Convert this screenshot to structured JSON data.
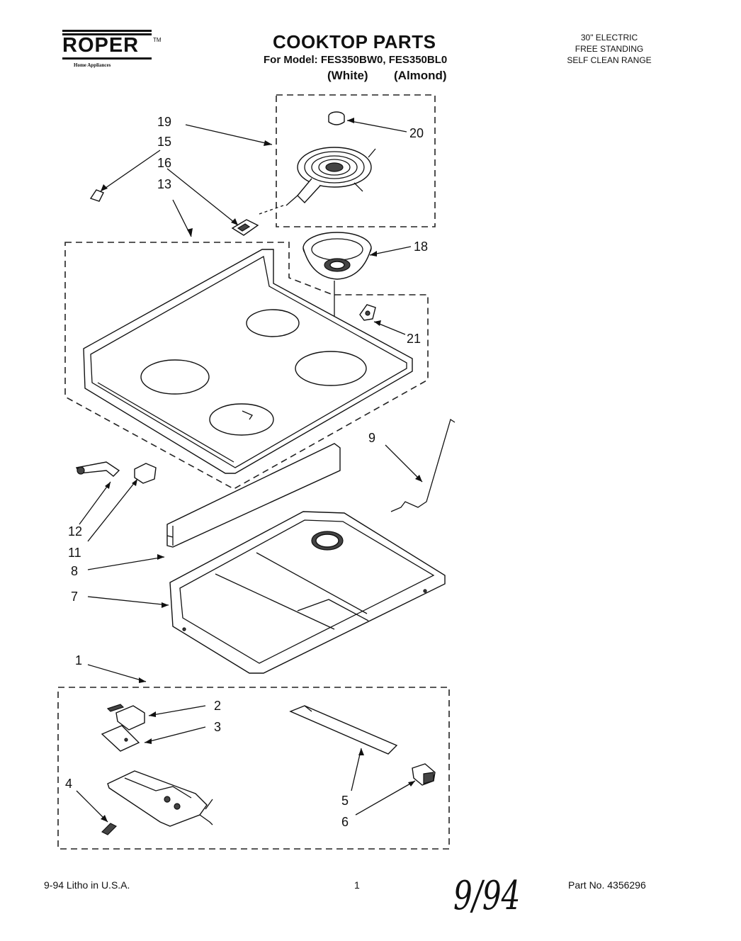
{
  "header": {
    "brand": "ROPER",
    "brand_mark": "TM",
    "brand_sub": "Home Appliances",
    "title": "COOKTOP PARTS",
    "model": "For Model: FES350BW0, FES350BL0",
    "variant_white": "(White)",
    "variant_almond": "(Almond)",
    "desc_line1": "30\" ELECTRIC",
    "desc_line2": "FREE STANDING",
    "desc_line3": "SELF CLEAN RANGE"
  },
  "callouts": {
    "c19": "19",
    "c15": "15",
    "c16": "16",
    "c13": "13",
    "c20": "20",
    "c18": "18",
    "c21": "21",
    "c9": "9",
    "c12": "12",
    "c11": "11",
    "c8": "8",
    "c7": "7",
    "c1": "1",
    "c2": "2",
    "c3": "3",
    "c4": "4",
    "c5": "5",
    "c6": "6"
  },
  "footer": {
    "date": "9-94  Litho in U.S.A.",
    "page": "1",
    "part_no": "Part No.  4356296",
    "handwritten": "9/94"
  }
}
